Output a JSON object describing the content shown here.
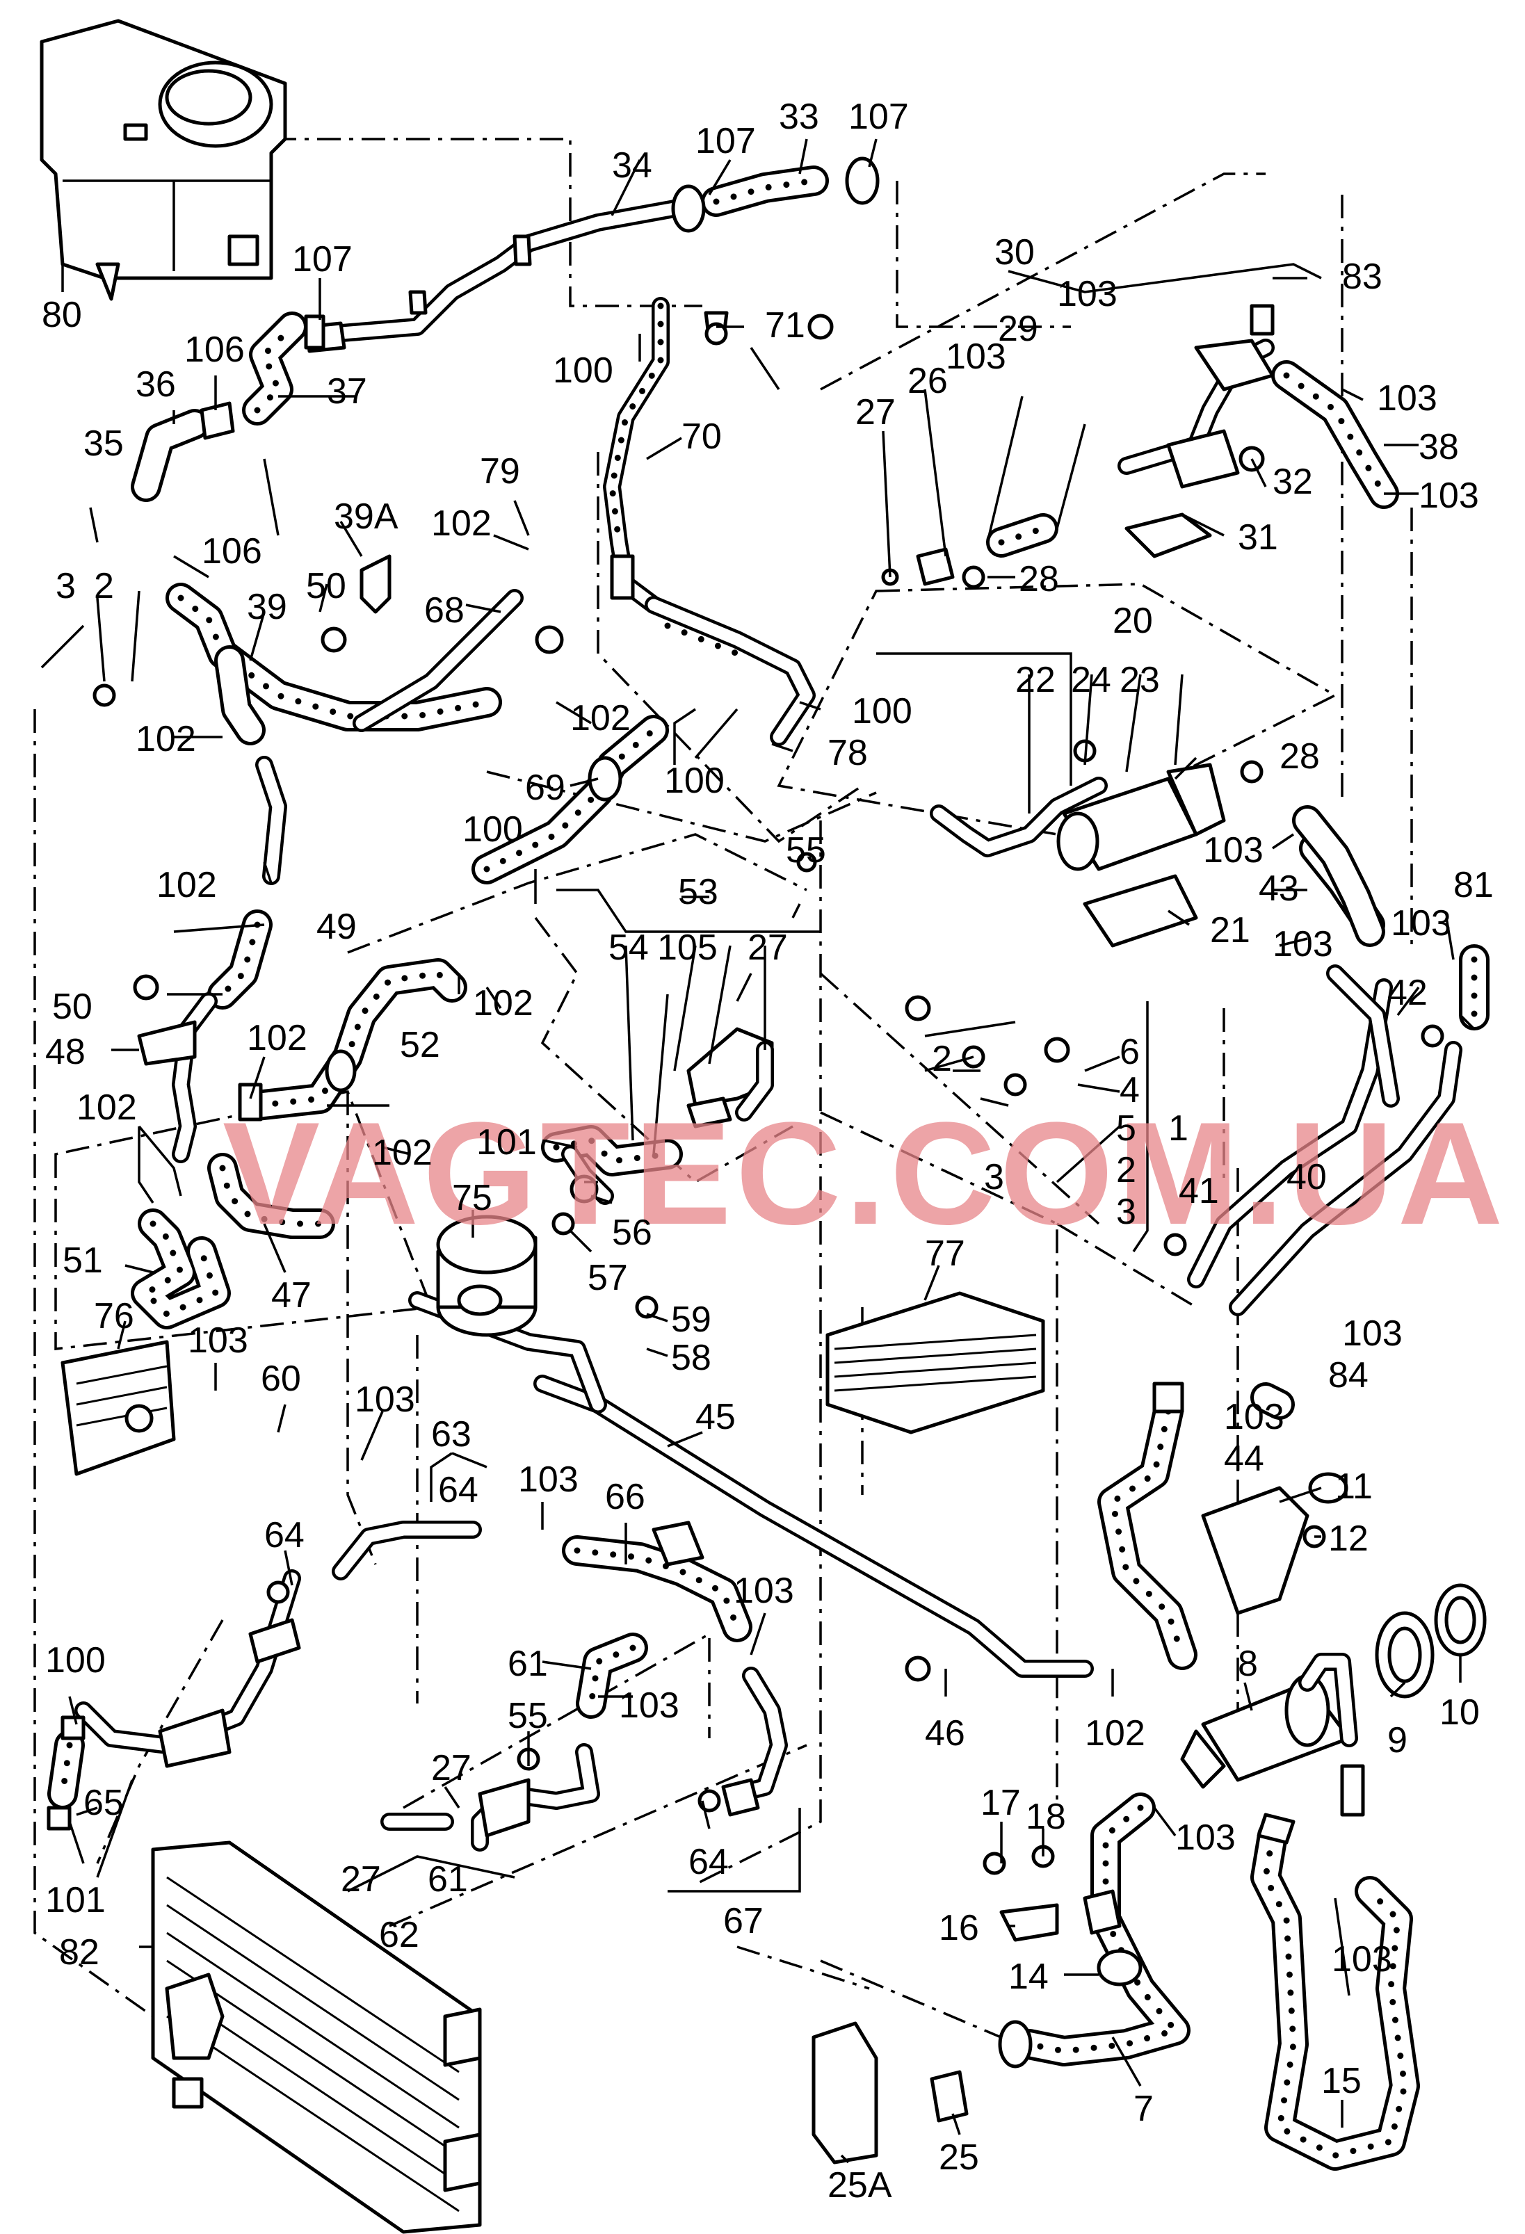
{
  "callouts": {
    "n1": "1",
    "n2": "2",
    "n3": "3",
    "n4": "4",
    "n5": "5",
    "n6": "6",
    "n7": "7",
    "n8": "8",
    "n9": "9",
    "n10": "10",
    "n11": "11",
    "n12": "12",
    "n14": "14",
    "n15": "15",
    "n16": "16",
    "n17": "17",
    "n18": "18",
    "n20": "20",
    "n21": "21",
    "n22": "22",
    "n23": "23",
    "n24": "24",
    "n25": "25",
    "n25a": "25A",
    "n26": "26",
    "n27": "27",
    "n28": "28",
    "n29": "29",
    "n30": "30",
    "n31": "31",
    "n32": "32",
    "n33": "33",
    "n34": "34",
    "n35": "35",
    "n36": "36",
    "n37": "37",
    "n38": "38",
    "n39": "39",
    "n39a": "39A",
    "n40": "40",
    "n41": "41",
    "n42": "42",
    "n43": "43",
    "n44": "44",
    "n45": "45",
    "n46": "46",
    "n47": "47",
    "n48": "48",
    "n49": "49",
    "n50": "50",
    "n51": "51",
    "n52": "52",
    "n53": "53",
    "n54": "54",
    "n55": "55",
    "n56": "56",
    "n57": "57",
    "n58": "58",
    "n59": "59",
    "n60": "60",
    "n61": "61",
    "n62": "62",
    "n63": "63",
    "n64": "64",
    "n65": "65",
    "n66": "66",
    "n67": "67",
    "n68": "68",
    "n69": "69",
    "n70": "70",
    "n71": "71",
    "n75": "75",
    "n76": "76",
    "n77": "77",
    "n78": "78",
    "n79": "79",
    "n80": "80",
    "n81": "81",
    "n82": "82",
    "n83": "83",
    "n84": "84",
    "n100": "100",
    "n101": "101",
    "n102": "102",
    "n103": "103",
    "n105": "105",
    "n106": "106",
    "n107": "107"
  },
  "watermark": "VAGTEC.COM.UA",
  "colors": {
    "ink": "#000000",
    "paper": "#ffffff",
    "watermark": "#e8868a"
  }
}
